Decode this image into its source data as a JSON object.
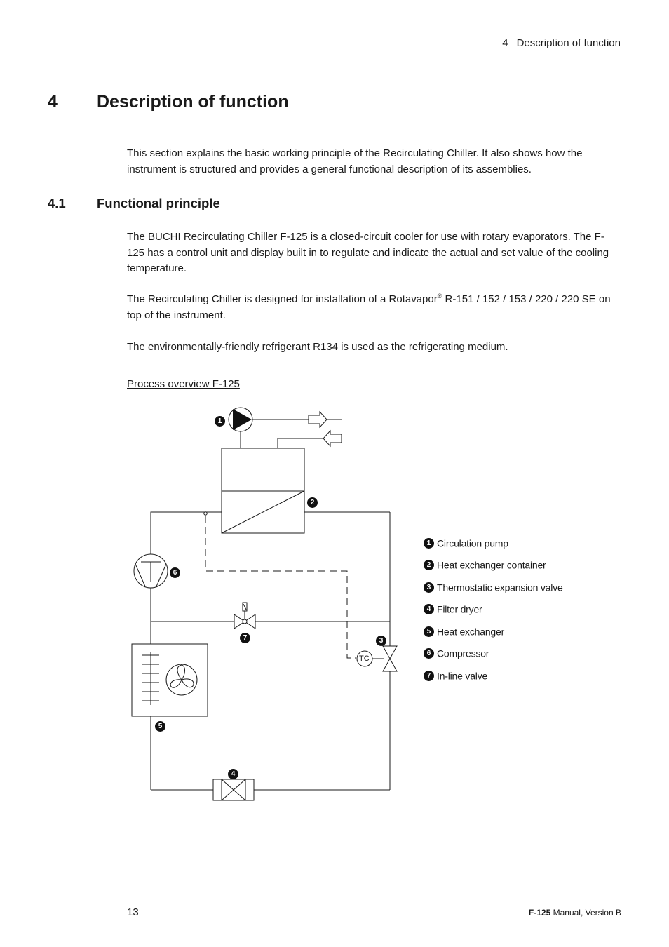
{
  "header": {
    "section_number": "4",
    "section_title": "Description of function"
  },
  "chapter": {
    "number": "4",
    "title": "Description of function",
    "intro": "This section explains the basic working principle of the Recirculating Chiller. It also shows how the instrument is structured and provides a general functional description of its assemblies."
  },
  "section": {
    "number": "4.1",
    "title": "Functional principle",
    "para1": "The BUCHI Recirculating Chiller F-125 is a closed-circuit cooler for use with rotary evaporators. The F-125 has a control unit and display built in to regulate and indicate the actual and set value of the cooling temperature.",
    "para2_before": "The Recirculating Chiller is designed for installation of a Rotavapor",
    "para2_reg": "®",
    "para2_after": " R-151 / 152 / 153 / 220 / 220 SE on top of the instrument.",
    "para3": "The environmentally-friendly refrigerant R134 is used as the refrigerating medium."
  },
  "figure": {
    "caption": "Process overview F-125",
    "valve_label": "TC",
    "markers": [
      "1",
      "2",
      "3",
      "4",
      "5",
      "6",
      "7"
    ],
    "legend": [
      {
        "num": "1",
        "label": "Circulation pump"
      },
      {
        "num": "2",
        "label": "Heat exchanger container"
      },
      {
        "num": "3",
        "label": "Thermostatic expansion valve"
      },
      {
        "num": "4",
        "label": "Filter dryer"
      },
      {
        "num": "5",
        "label": "Heat exchanger"
      },
      {
        "num": "6",
        "label": "Compressor"
      },
      {
        "num": "7",
        "label": "In-line valve"
      }
    ]
  },
  "footer": {
    "page_number": "13",
    "product": "F-125",
    "doc": " Manual, Version B"
  }
}
